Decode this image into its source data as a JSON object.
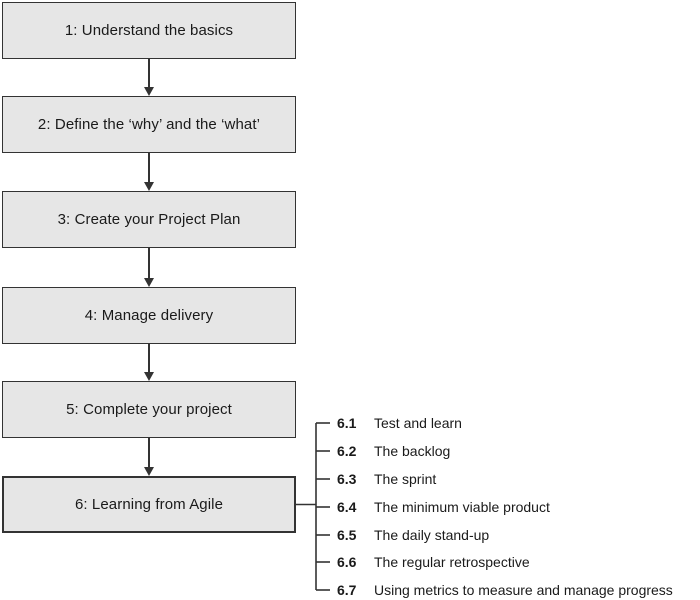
{
  "steps": [
    {
      "label": "1: Understand the basics"
    },
    {
      "label": "2: Define the ‘why’ and the ‘what’"
    },
    {
      "label": "3: Create your Project Plan"
    },
    {
      "label": "4: Manage delivery"
    },
    {
      "label": "5: Complete your project"
    },
    {
      "label": "6: Learning from Agile"
    }
  ],
  "substeps": [
    {
      "number": "6.1",
      "label": "Test and learn"
    },
    {
      "number": "6.2",
      "label": "The backlog"
    },
    {
      "number": "6.3",
      "label": "The sprint"
    },
    {
      "number": "6.4",
      "label": "The minimum viable product"
    },
    {
      "number": "6.5",
      "label": "The daily stand-up"
    },
    {
      "number": "6.6",
      "label": "The regular retrospective"
    },
    {
      "number": "6.7",
      "label": "Using metrics to measure and manage progress"
    }
  ],
  "colors": {
    "box_fill": "#e6e6e6",
    "stroke": "#333333"
  }
}
